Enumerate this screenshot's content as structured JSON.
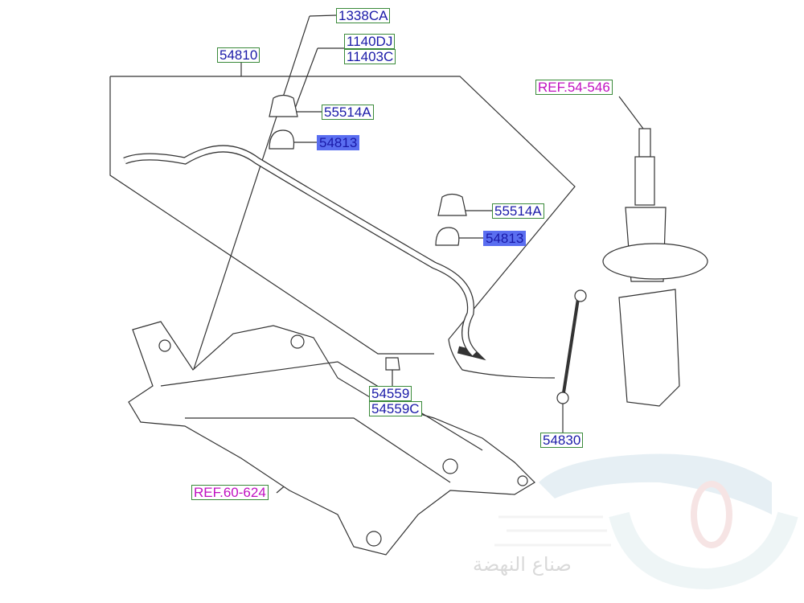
{
  "labels": {
    "p1338ca": "1338CA",
    "p1140dj": "1140DJ",
    "p11403c": "11403C",
    "p54810": "54810",
    "ref54546": "REF.54-546",
    "p55514a_1": "55514A",
    "p54813_1": "54813",
    "p55514a_2": "55514A",
    "p54813_2": "54813",
    "p54559": "54559",
    "p54559c": "54559C",
    "p54830": "54830",
    "ref60624": "REF.60-624"
  },
  "watermark": {
    "text": "صناع النهضة"
  },
  "colors": {
    "part_text": "#1a1aa8",
    "ref_text": "#c010c0",
    "label_border": "#3a8a3a",
    "highlight": "#5a6ef0"
  }
}
